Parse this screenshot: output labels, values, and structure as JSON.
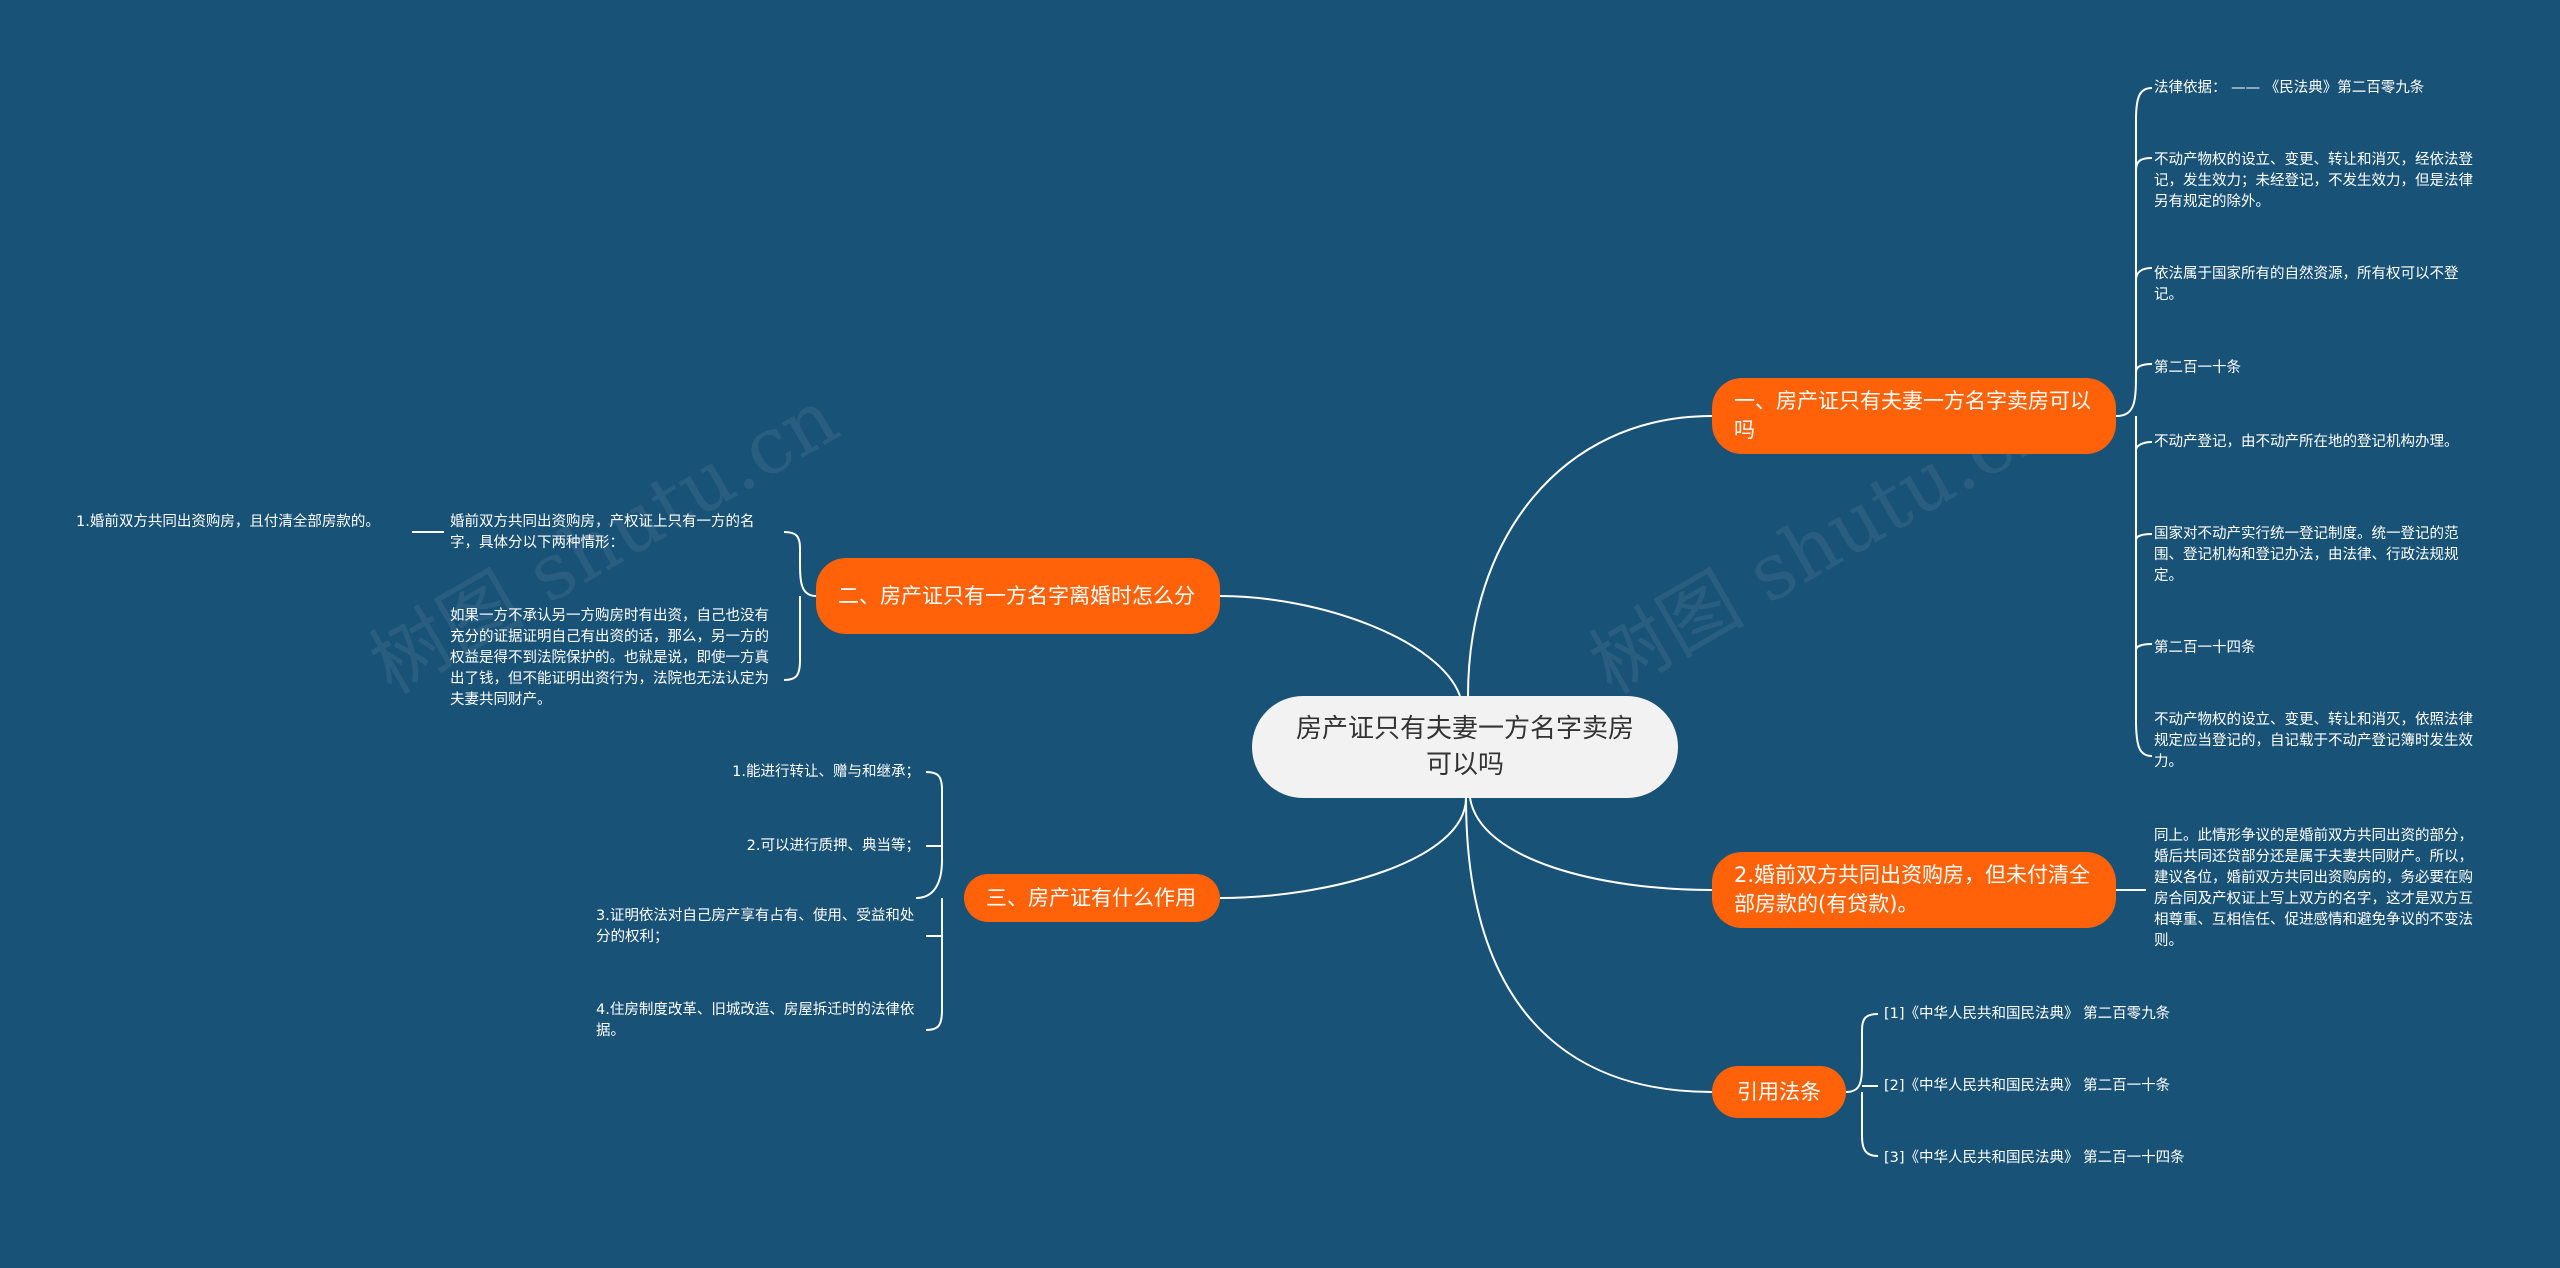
{
  "root": {
    "text": "房产证只有夫妻一方名字卖房可以吗"
  },
  "branches": [
    {
      "id": "b1",
      "label": "一、房产证只有夫妻一方名字卖房可以吗",
      "leaves": [
        "法律依据：  —— 《民法典》第二百零九条",
        "不动产物权的设立、变更、转让和消灭，经依法登记，发生效力；未经登记，不发生效力，但是法律另有规定的除外。",
        "依法属于国家所有的自然资源，所有权可以不登记。",
        "第二百一十条",
        "不动产登记，由不动产所在地的登记机构办理。",
        "国家对不动产实行统一登记制度。统一登记的范围、登记机构和登记办法，由法律、行政法规规定。",
        "第二百一十四条",
        "不动产物权的设立、变更、转让和消灭，依照法律规定应当登记的，自记载于不动产登记簿时发生效力。"
      ]
    },
    {
      "id": "b2",
      "label": "2.婚前双方共同出资购房，但未付清全部房款的(有贷款)。",
      "leaves": [
        "同上。此情形争议的是婚前双方共同出资的部分，婚后共同还贷部分还是属于夫妻共同财产。所以，建议各位，婚前双方共同出资购房的，务必要在购房合同及产权证上写上双方的名字，这才是双方互相尊重、互相信任、促进感情和避免争议的不变法则。"
      ]
    },
    {
      "id": "b3",
      "label": "引用法条",
      "leaves": [
        "[1]《中华人民共和国民法典》 第二百零九条",
        "[2]《中华人民共和国民法典》 第二百一十条",
        "[3]《中华人民共和国民法典》 第二百一十四条"
      ]
    },
    {
      "id": "b4",
      "label": "二、房产证只有一方名字离婚时怎么分",
      "leaves": [
        "婚前双方共同出资购房，产权证上只有一方的名字，具体分以下两种情形：",
        "如果一方不承认另一方购房时有出资，自己也没有充分的证据证明自己有出资的话，那么，另一方的权益是得不到法院保护的。也就是说，即使一方真出了钱，但不能证明出资行为，法院也无法认定为夫妻共同财产。"
      ],
      "sub_leaf": "1.婚前双方共同出资购房，且付清全部房款的。"
    },
    {
      "id": "b5",
      "label": "三、房产证有什么作用",
      "leaves": [
        "1.能进行转让、赠与和继承；",
        "2.可以进行质押、典当等；",
        "3.证明依法对自己房产享有占有、使用、受益和处分的权利；",
        "4.住房制度改革、旧城改造、房屋拆迁时的法律依据。"
      ]
    }
  ],
  "watermark": "树图 shutu.cn",
  "colors": {
    "background": "#195277",
    "topic": "#ff6208",
    "root": "#f2f2f2",
    "line": "#ffffff"
  }
}
